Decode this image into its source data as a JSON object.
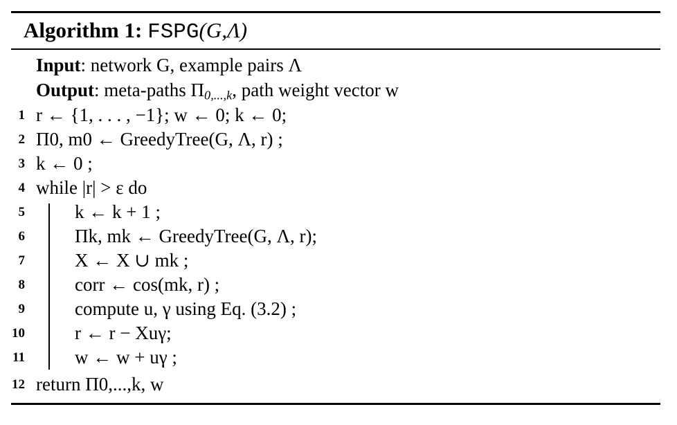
{
  "algorithm": {
    "title": {
      "label": "Algorithm 1:",
      "name": "FSPG",
      "args": "(G,Λ)"
    },
    "input": {
      "keyword": "Input",
      "text": ": network G, example pairs Λ"
    },
    "output": {
      "keyword": "Output",
      "text_a": ": meta-paths Π",
      "subscript": "0,...,k",
      "text_b": ", path weight vector w"
    },
    "lines": [
      {
        "num": "1",
        "text": "r ← {1, . . . , −1}; w ← 0; k ← 0;"
      },
      {
        "num": "2",
        "text": "Π0, m0 ← GreedyTree(G, Λ, r) ;"
      },
      {
        "num": "3",
        "text": "k ← 0 ;"
      },
      {
        "num": "4",
        "text": "while |r| > ε do"
      },
      {
        "num": "5",
        "text": "k ← k + 1 ;"
      },
      {
        "num": "6",
        "text": "Πk, mk ← GreedyTree(G, Λ, r);"
      },
      {
        "num": "7",
        "text": "X ← X ∪ mk ;"
      },
      {
        "num": "8",
        "text": "corr ← cos(mk, r) ;"
      },
      {
        "num": "9",
        "text": "compute u, γ using Eq. (3.2) ;"
      },
      {
        "num": "10",
        "text": "r ← r − Xuγ;"
      },
      {
        "num": "11",
        "text": "w ← w + uγ ;"
      },
      {
        "num": "12",
        "text": "return Π0,...,k, w"
      }
    ]
  }
}
